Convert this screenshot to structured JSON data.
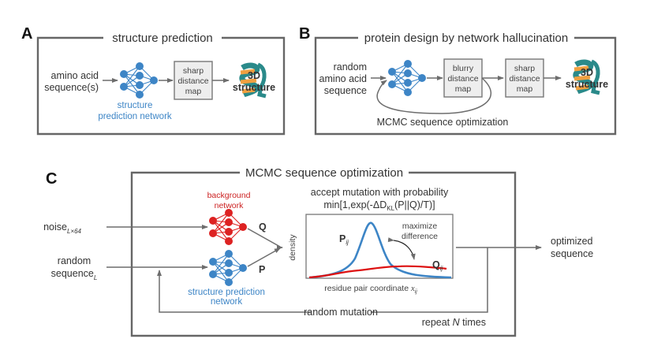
{
  "colors": {
    "frame": "#666666",
    "structure_network": "#3d85c6",
    "background_network": "#dd2222",
    "curve_P": "#3d85c6",
    "curve_Q": "#dd1111",
    "helix_orange": "#f0a040",
    "helix_teal": "#2a8a8a"
  },
  "panel_a": {
    "letter": "A",
    "title": "structure prediction",
    "input_line1": "amino acid",
    "input_line2": "sequence(s)",
    "network_label_line1": "structure",
    "network_label_line2": "prediction network",
    "map_line1": "sharp",
    "map_line2": "distance",
    "map_line3": "map",
    "output_line1": "3D",
    "output_line2": "structure"
  },
  "panel_b": {
    "letter": "B",
    "title": "protein design by network hallucination",
    "input_line1": "random",
    "input_line2": "amino acid",
    "input_line3": "sequence",
    "blurry_line1": "blurry",
    "blurry_line2": "distance",
    "blurry_line3": "map",
    "sharp_line1": "sharp",
    "sharp_line2": "distance",
    "sharp_line3": "map",
    "output_line1": "3D",
    "output_line2": "structure",
    "loop_label": "MCMC sequence optimization"
  },
  "panel_c": {
    "letter": "C",
    "title": "MCMC sequence optimization",
    "noise_label": "noise",
    "noise_sub": "L×64",
    "seq_line1": "random",
    "seq_line2": "sequence",
    "seq_sub": "L",
    "bg_net_line1": "background",
    "bg_net_line2": "network",
    "sp_net_line1": "structure prediction",
    "sp_net_line2": "network",
    "Q_label": "Q",
    "P_label": "P",
    "accept_line1": "accept mutation with probability",
    "accept_line2_pre": "min[1,exp(-ΔD",
    "accept_line2_sub": "KL",
    "accept_line2_post": "(P||Q)/T)]",
    "density_label": "density",
    "xaxis_label": "residue pair coordinate ",
    "xaxis_var": "x",
    "xaxis_sub": "ij",
    "Pij": "P",
    "Qij": "Q",
    "ij_sub": "ij",
    "maximize_line1": "maximize",
    "maximize_line2": "difference",
    "mutation_label": "random mutation",
    "repeat_pre": "repeat ",
    "repeat_N": "N",
    "repeat_post": " times",
    "output_line1": "optimized",
    "output_line2": "sequence"
  }
}
